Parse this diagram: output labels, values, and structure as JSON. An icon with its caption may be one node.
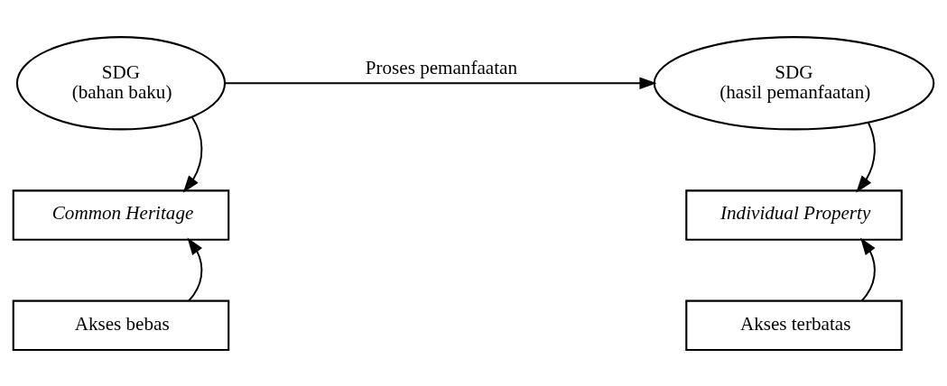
{
  "diagram": {
    "nodes": [
      {
        "text": [
          "SDG",
          "(bahan baku)"
        ]
      },
      {
        "text": [
          "SDG",
          "(hasil pemanfaatan)"
        ]
      },
      {
        "text": [
          "Common Heritage"
        ]
      },
      {
        "text": [
          "Individual Property"
        ]
      },
      {
        "text": [
          "Akses bebas"
        ]
      },
      {
        "text": [
          "Akses terbatas"
        ]
      }
    ],
    "edges": [
      {
        "from": 0,
        "to": 1,
        "arrow": "to",
        "label": "Proses pemanfaatan"
      },
      {
        "from": 0,
        "to": 2,
        "arrow": "to"
      },
      {
        "from": 1,
        "to": 3,
        "arrow": "to"
      },
      {
        "from": 4,
        "to": 2,
        "arrow": "to"
      },
      {
        "from": 5,
        "to": 3,
        "arrow": "to"
      }
    ]
  }
}
